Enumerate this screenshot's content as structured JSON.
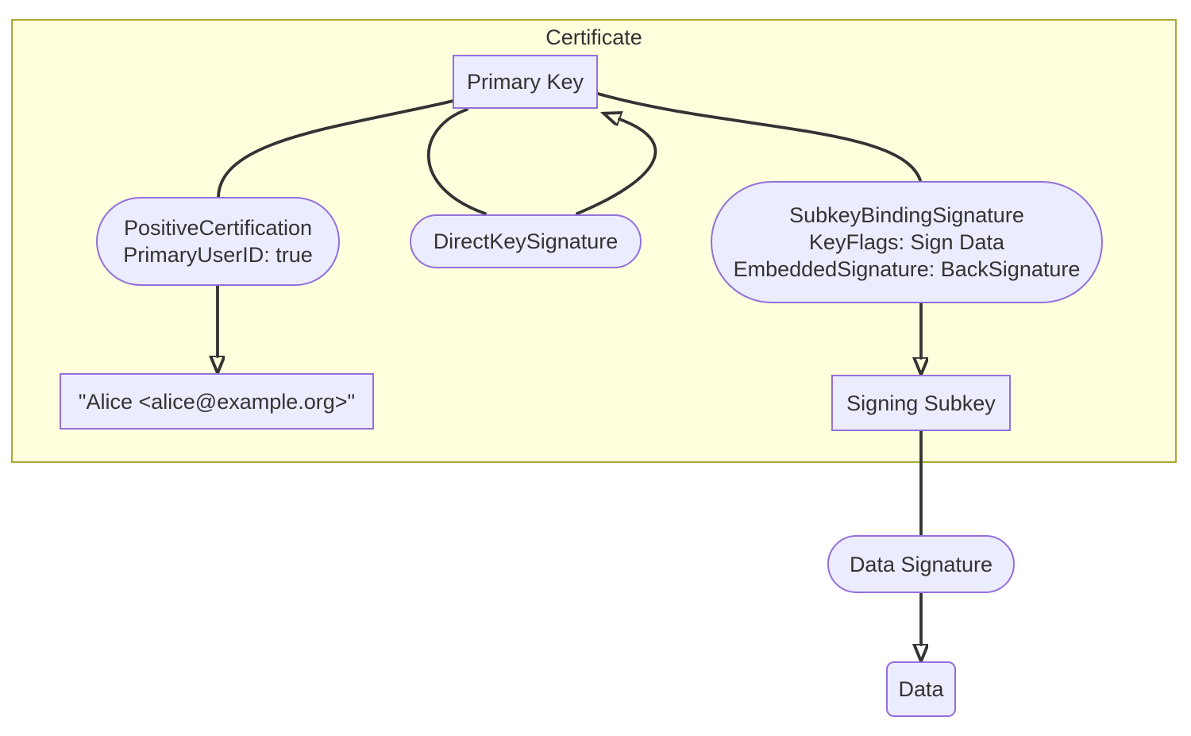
{
  "cluster": {
    "label": "Certificate",
    "fill": "#ffffde",
    "border": "#aaaa33"
  },
  "nodes": {
    "primary_key": {
      "label": "Primary Key",
      "shape": "rectangle"
    },
    "positive_certification": {
      "label": "PositiveCertification\nPrimaryUserID: true",
      "shape": "stadium"
    },
    "direct_key_signature": {
      "label": "DirectKeySignature",
      "shape": "stadium"
    },
    "subkey_binding_signature": {
      "label": "SubkeyBindingSignature\nKeyFlags: Sign Data\nEmbeddedSignature: BackSignature",
      "shape": "stadium"
    },
    "user_id": {
      "label": "\"Alice <alice@example.org>\"",
      "shape": "rectangle"
    },
    "signing_subkey": {
      "label": "Signing Subkey",
      "shape": "rectangle"
    },
    "data_signature": {
      "label": "Data Signature",
      "shape": "stadium"
    },
    "data": {
      "label": "Data",
      "shape": "rounded-rectangle"
    }
  },
  "edges": [
    {
      "from": "primary_key",
      "to": "positive_certification",
      "arrowhead": false
    },
    {
      "from": "positive_certification",
      "to": "user_id",
      "arrowhead": true
    },
    {
      "from": "primary_key",
      "to": "direct_key_signature",
      "arrowhead": false
    },
    {
      "from": "direct_key_signature",
      "to": "primary_key",
      "arrowhead": true
    },
    {
      "from": "primary_key",
      "to": "subkey_binding_signature",
      "arrowhead": false
    },
    {
      "from": "subkey_binding_signature",
      "to": "signing_subkey",
      "arrowhead": true
    },
    {
      "from": "signing_subkey",
      "to": "data_signature",
      "arrowhead": false
    },
    {
      "from": "data_signature",
      "to": "data",
      "arrowhead": true
    }
  ],
  "colors": {
    "node_fill": "#ECECFF",
    "node_border": "#9370DB",
    "cluster_fill": "#ffffde",
    "cluster_border": "#aaaa33",
    "edge": "#333333",
    "text": "#333333"
  }
}
